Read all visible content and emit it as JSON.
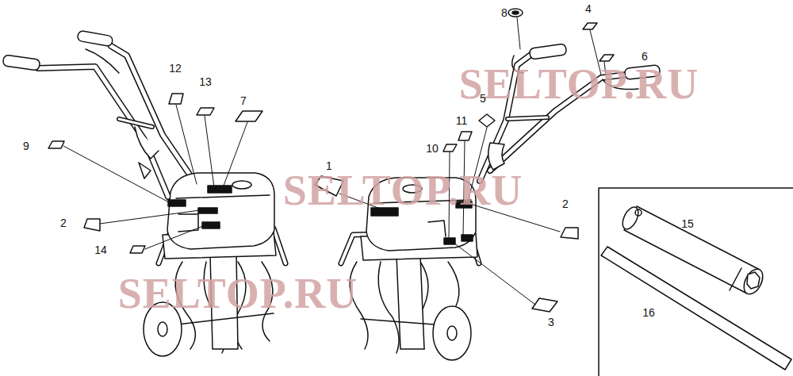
{
  "diagram": {
    "labels": [
      "4",
      "8",
      "6",
      "12",
      "13",
      "SELTOP.RU",
      "5",
      "7",
      "11",
      "9",
      "10",
      "1",
      "SELTOP.RU",
      "2",
      "2",
      "15",
      "14",
      "SELTOP.RU",
      "16",
      "3"
    ]
  }
}
